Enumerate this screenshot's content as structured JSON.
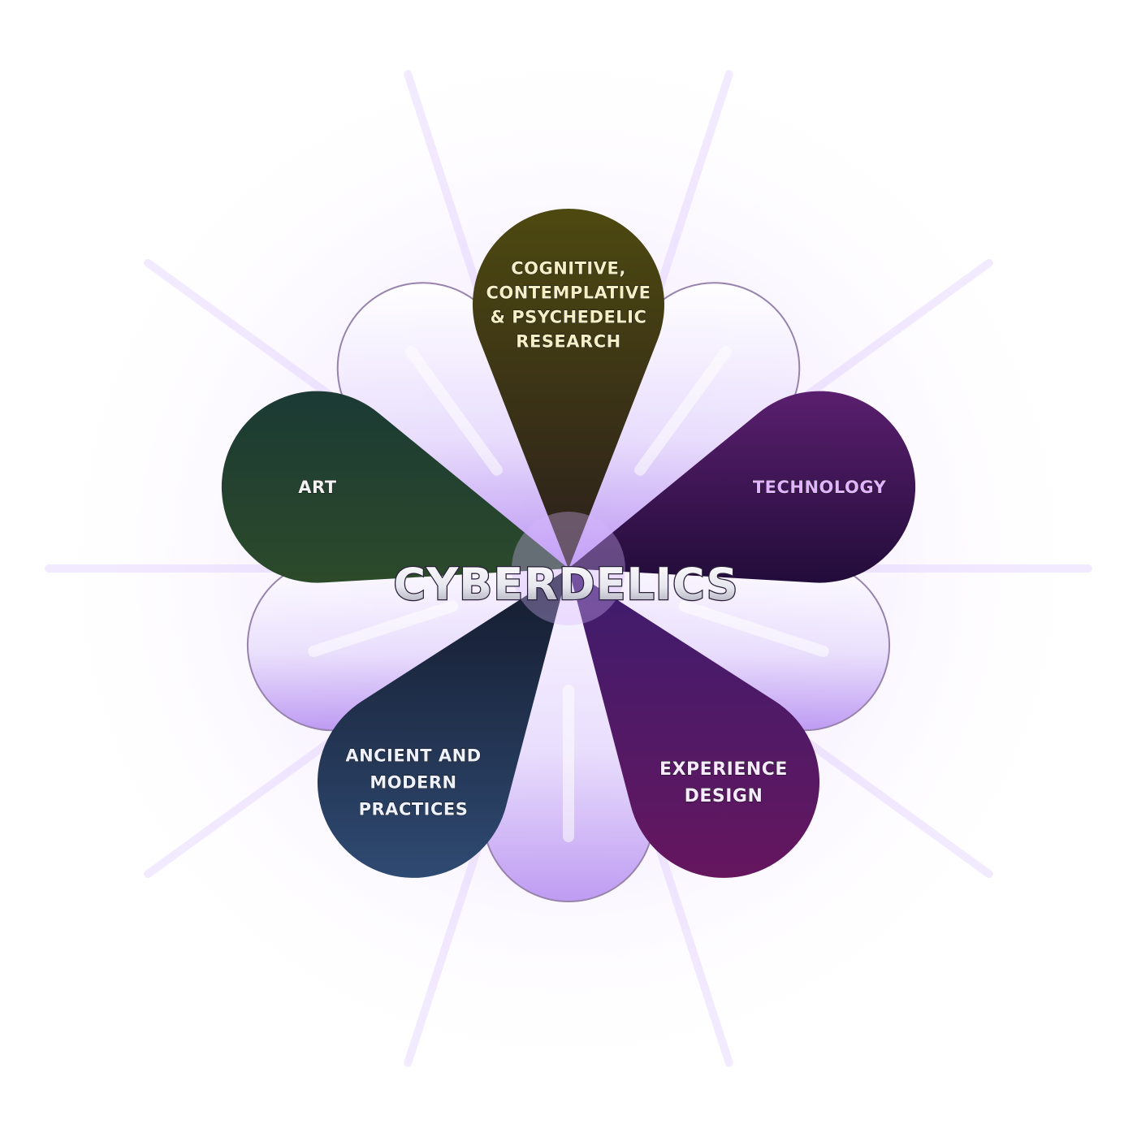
{
  "title": "CYBERDELICS",
  "colors": {
    "glow": "#b88cff",
    "crystal": "#efe6ff",
    "title_fill": "#f4f4f8",
    "title_stroke": "#2a1f3a"
  },
  "petals": [
    {
      "id": "research",
      "lines": [
        "COGNITIVE,",
        "CONTEMPLATIVE",
        "& PSYCHEDELIC",
        "RESEARCH"
      ],
      "color_top": "#4d4910",
      "color_bottom": "#2b1f1c",
      "text_color": "#f6eec4"
    },
    {
      "id": "technology",
      "lines": [
        "TECHNOLOGY"
      ],
      "color_top": "#5a1f6e",
      "color_bottom": "#220c3a",
      "text_color": "#e2b4ff"
    },
    {
      "id": "experience-design",
      "lines": [
        "EXPERIENCE",
        "DESIGN"
      ],
      "color_top": "#3d1d6e",
      "color_bottom": "#65165e",
      "text_color": "#f7e9ff"
    },
    {
      "id": "ancient-modern",
      "lines": [
        "ANCIENT AND",
        "MODERN",
        "PRACTICES"
      ],
      "color_top": "#141a2c",
      "color_bottom": "#2f4a72",
      "text_color": "#eef2ff"
    },
    {
      "id": "art",
      "lines": [
        "ART"
      ],
      "color_top": "#1b3a34",
      "color_bottom": "#2c4a2a",
      "text_color": "#f2f2f2"
    }
  ]
}
